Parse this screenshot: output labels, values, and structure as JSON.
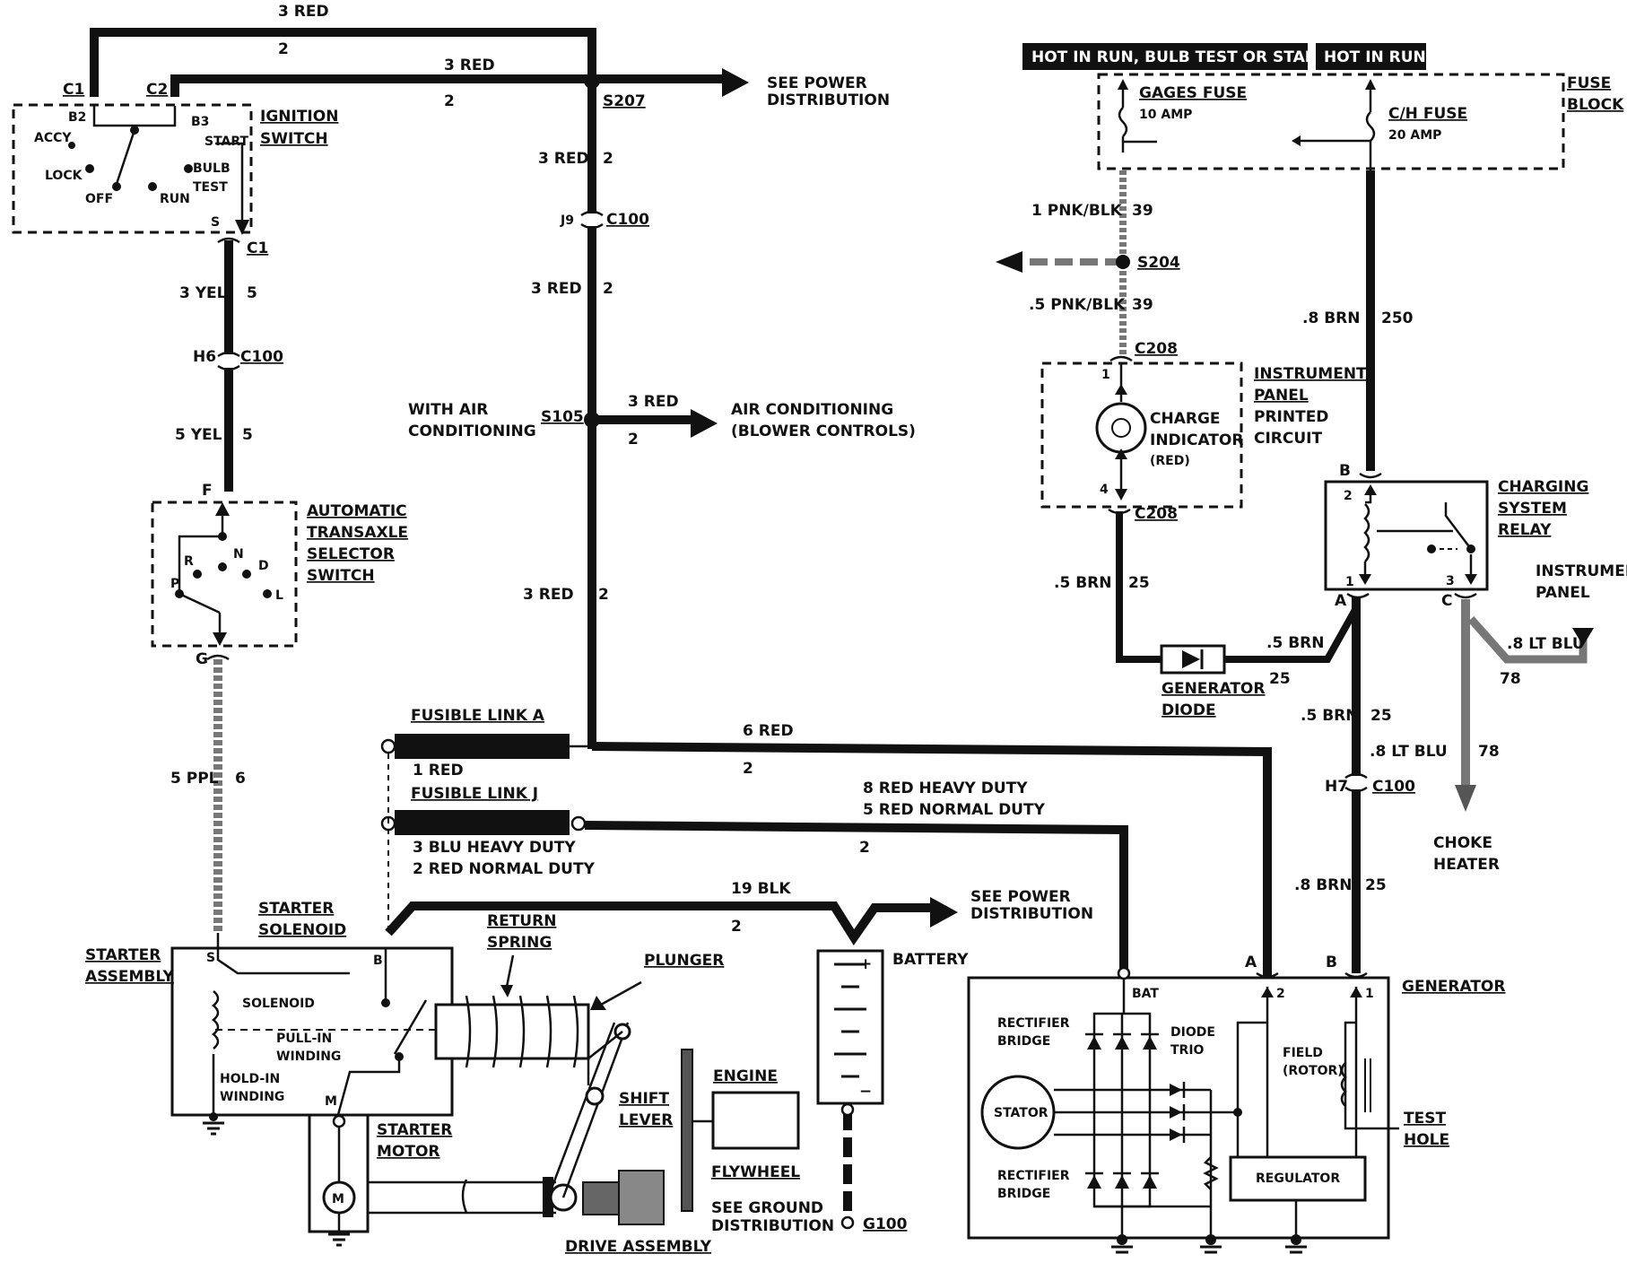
{
  "labels": {
    "red3_top": "3 RED",
    "red3_top_n": "2",
    "red3_b": "3 RED",
    "red3_b_n": "2",
    "s207": "S207",
    "see_power_1": "SEE POWER",
    "see_power_1b": "DISTRIBUTION",
    "c1": "C1",
    "c2": "C2",
    "b2": "B2",
    "b3": "B3",
    "ign_1": "IGNITION",
    "ign_2": "SWITCH",
    "accy": "ACCY",
    "lock": "LOCK",
    "off": "OFF",
    "run": "RUN",
    "start": "START",
    "bulb": "BULB",
    "test": "TEST",
    "s_term": "S",
    "c1b": "C1",
    "yel3": "3 YEL",
    "yel3_n": "5",
    "h6": "H6",
    "c100a": "C100",
    "yel5": "5 YEL",
    "yel5_n": "5",
    "f_term": "F",
    "g_term": "G",
    "ats_1": "AUTOMATIC",
    "ats_2": "TRANSAXLE",
    "ats_3": "SELECTOR",
    "ats_4": "SWITCH",
    "r": "R",
    "n": "N",
    "p": "P",
    "d": "D",
    "l": "L",
    "ppl5": "5 PPL",
    "ppl5_n": "6",
    "red3_c": "3 RED",
    "red3_c_n": "2",
    "j9": "J9",
    "c100b": "C100",
    "red3_d": "3 RED",
    "red3_d_n": "2",
    "with_ac_1": "WITH AIR",
    "with_ac_2": "CONDITIONING",
    "s105": "S105",
    "red3_e": "3 RED",
    "red3_e_n": "2",
    "ac_1": "AIR CONDITIONING",
    "ac_2": "(BLOWER CONTROLS)",
    "red3_f": "3 RED",
    "red3_f_n": "2",
    "fla": "FUSIBLE LINK A",
    "red1": "1 RED",
    "flj": "FUSIBLE LINK J",
    "blu3": "3 BLU HEAVY DUTY",
    "red2nd": "2 RED NORMAL DUTY",
    "red6": "6 RED",
    "red6_n": "2",
    "red8": "8 RED HEAVY DUTY",
    "red5": "5 RED NORMAL DUTY",
    "red8_n": "2",
    "blk19": "19 BLK",
    "blk19_n": "2",
    "see_power_2": "SEE POWER",
    "see_power_2b": "DISTRIBUTION",
    "battery": "BATTERY",
    "g100": "G100",
    "see_ground_1": "SEE GROUND",
    "see_ground_2": "DISTRIBUTION",
    "starter_sol_1": "STARTER",
    "starter_sol_2": "SOLENOID",
    "starter_asm_1": "STARTER",
    "starter_asm_2": "ASSEMBLY",
    "solenoid": "SOLENOID",
    "pullin_1": "PULL-IN",
    "pullin_2": "WINDING",
    "holdin_1": "HOLD-IN",
    "holdin_2": "WINDING",
    "return_1": "RETURN",
    "return_2": "SPRING",
    "plunger": "PLUNGER",
    "s_sol": "S",
    "b_sol": "B",
    "m_sol": "M",
    "starter_motor_1": "STARTER",
    "starter_motor_2": "MOTOR",
    "motor_m": "M",
    "engine": "ENGINE",
    "flywheel": "FLYWHEEL",
    "shift_1": "SHIFT",
    "shift_2": "LEVER",
    "drive": "DRIVE ASSEMBLY",
    "hot_run_bulb": "HOT IN RUN, BULB TEST OR START",
    "hot_run": "HOT IN RUN",
    "gages_fuse": "GAGES FUSE",
    "gages_amp": "10 AMP",
    "ch_fuse": "C/H FUSE",
    "ch_amp": "20 AMP",
    "fuse_1": "FUSE",
    "fuse_2": "BLOCK",
    "pnk1": "1 PNK/BLK",
    "pnk1_n": "39",
    "s204": "S204",
    "pnk5": ".5 PNK/BLK",
    "pnk5_n": "39",
    "c208a": "C208",
    "brn8a": ".8 BRN",
    "brn8a_n": "250",
    "ip_1": "INSTRUMENT",
    "ip_2": "PANEL",
    "ip_3": "PRINTED",
    "ip_4": "CIRCUIT",
    "ci_1": "CHARGE",
    "ci_2": "INDICATOR",
    "ci_3": "(RED)",
    "pin1": "1",
    "pin4": "4",
    "c208b": "C208",
    "brn5a": ".5 BRN",
    "brn5a_n": "25",
    "gd_1": "GENERATOR",
    "gd_2": "DIODE",
    "brn5b": ".5 BRN",
    "brn5b_n": "25",
    "b_relay": "B",
    "csr_1": "CHARGING",
    "csr_2": "SYSTEM",
    "csr_3": "RELAY",
    "r2": "2",
    "r1": "1",
    "r3": "3",
    "a_relay": "A",
    "c_relay": "C",
    "ipn_1": "INSTRUMENT",
    "ipn_2": "PANEL",
    "ltblu8a": ".8 LT BLU",
    "ltblu8a_n": "78",
    "brn5c": ".5 BRN",
    "brn5c_n": "25",
    "ltblu8b": ".8 LT BLU",
    "ltblu8b_n": "78",
    "h7": "H7",
    "c100c": "C100",
    "choke_1": "CHOKE",
    "choke_2": "HEATER",
    "brn8b": ".8 BRN",
    "brn8b_n": "25",
    "gen_a": "A",
    "gen_b": "B",
    "gen_2": "2",
    "gen_1": "1",
    "generator": "GENERATOR",
    "bat": "BAT",
    "rect_1": "RECTIFIER",
    "rect_2": "BRIDGE",
    "rect_3": "RECTIFIER",
    "rect_4": "BRIDGE",
    "diode_trio_1": "DIODE",
    "diode_trio_2": "TRIO",
    "stator": "STATOR",
    "field_1": "FIELD",
    "field_2": "(ROTOR)",
    "regulator": "REGULATOR",
    "test_1": "TEST",
    "test_2": "HOLE"
  }
}
